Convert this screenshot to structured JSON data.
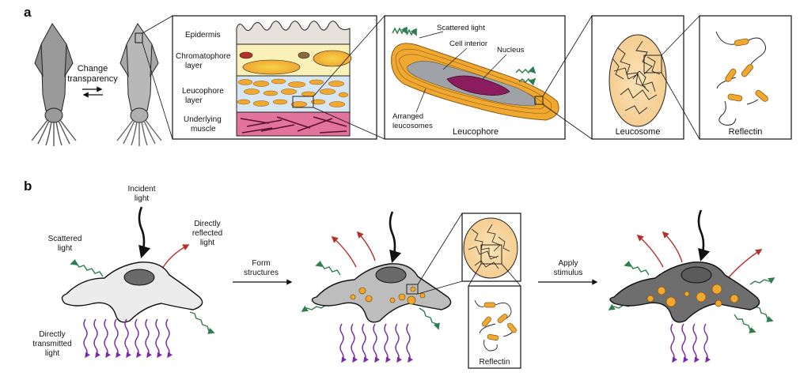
{
  "panel_a": {
    "letter": "a",
    "change_transparency": [
      "Change",
      "transparency"
    ],
    "layers": {
      "epidermis": "Epidermis",
      "chromatophore": [
        "Chromatophore",
        "layer"
      ],
      "leucophore": [
        "Leucophore",
        "layer"
      ],
      "muscle": [
        "Underlying",
        "muscle"
      ]
    },
    "leucophore_box": {
      "scattered_light": "Scattered light",
      "cell_interior": "Cell interior",
      "nucleus": "Nucleus",
      "arranged": [
        "Arranged",
        "leucosomes"
      ],
      "title": "Leucophore"
    },
    "leucosome_title": "Leucosome",
    "reflectin_title": "Reflectin"
  },
  "panel_b": {
    "letter": "b",
    "incident": [
      "Incident",
      "light"
    ],
    "reflected": [
      "Directly",
      "reflected",
      "light"
    ],
    "scattered": [
      "Scattered",
      "light"
    ],
    "transmitted": [
      "Directly",
      "transmitted",
      "light"
    ],
    "form_structures": [
      "Form",
      "structures"
    ],
    "apply_stimulus": [
      "Apply",
      "stimulus"
    ],
    "reflectin_label": "Reflectin"
  },
  "colors": {
    "scattered_green": "#2e7d4f",
    "reflected_red": "#b5302a",
    "transmitted_purple": "#7a2aa8",
    "leucosome_orange": "#f0a830",
    "nucleus_magenta": "#8b1d5e",
    "muscle_pink": "#e2739a",
    "chromatophore_yellow": "#f3d75a",
    "epidermis_gray": "#e6e1da"
  }
}
